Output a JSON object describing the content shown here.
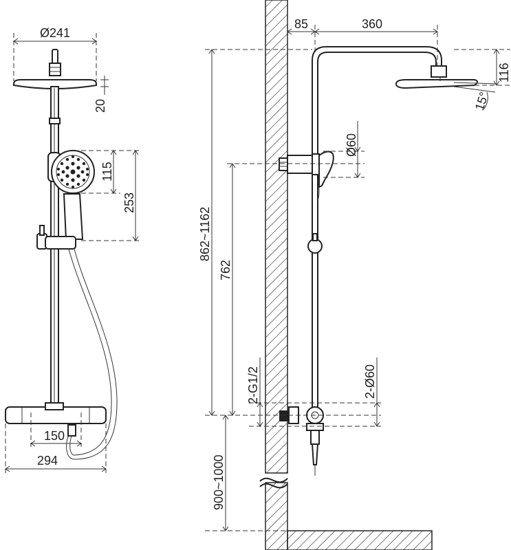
{
  "dimensions": {
    "head_diameter": "Ø241",
    "head_thickness": "20",
    "hand_shower_diameter_height": "115",
    "hand_shower_to_holder": "253",
    "valve_centres": "150",
    "valve_width": "294",
    "wall_offset": "85",
    "arm_reach": "360",
    "head_drop": "116",
    "head_tilt": "15°",
    "hand_shower_size": "Ø60",
    "riser_height": "862~1162",
    "valve_to_holder": "762",
    "inlet_thread": "2-G1/2",
    "escutcheon_diameter": "2-Ø60",
    "install_height": "900~1000"
  },
  "colors": {
    "line": "#222222",
    "background": "#ffffff"
  }
}
